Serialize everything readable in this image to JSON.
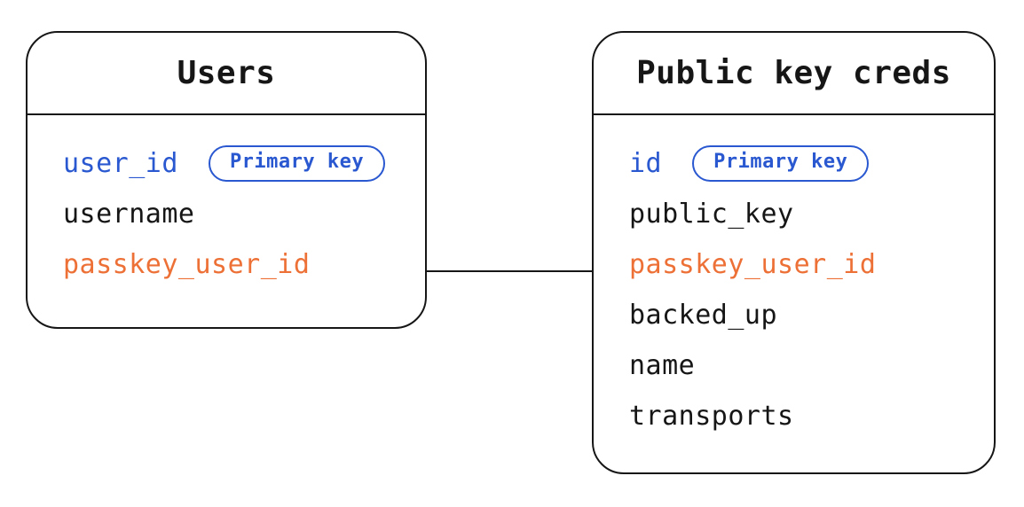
{
  "colors": {
    "background": "#ffffff",
    "stroke": "#161616",
    "accent_blue": "#2a58d0",
    "accent_orange": "#ed7137"
  },
  "tables": [
    {
      "id": "users",
      "title": "Users",
      "fields": [
        {
          "name": "user_id",
          "color": "blue",
          "badge": "Primary key"
        },
        {
          "name": "username",
          "color": "default"
        },
        {
          "name": "passkey_user_id",
          "color": "orange"
        }
      ]
    },
    {
      "id": "public-key-creds",
      "title": "Public key creds",
      "fields": [
        {
          "name": "id",
          "color": "blue",
          "badge": "Primary key"
        },
        {
          "name": "public_key",
          "color": "default"
        },
        {
          "name": "passkey_user_id",
          "color": "orange"
        },
        {
          "name": "backed_up",
          "color": "default"
        },
        {
          "name": "name",
          "color": "default"
        },
        {
          "name": "transports",
          "color": "default"
        }
      ]
    }
  ],
  "relationship": {
    "from_table": "Users",
    "from_field": "passkey_user_id",
    "to_table": "Public key creds",
    "to_field": "passkey_user_id",
    "style": "horizontal-line"
  }
}
